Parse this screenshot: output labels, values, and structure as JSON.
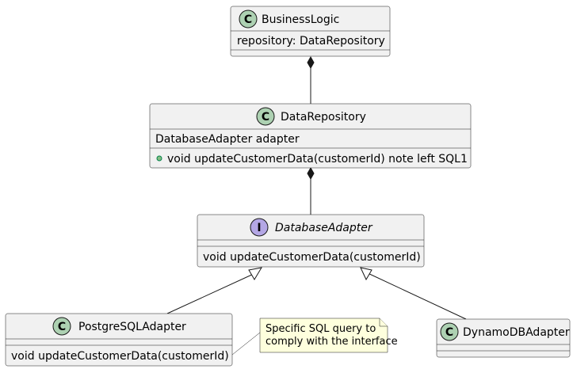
{
  "classes": {
    "business_logic": {
      "name": "BusinessLogic",
      "badge": "C",
      "fields": [
        "repository: DataRepository"
      ]
    },
    "data_repository": {
      "name": "DataRepository",
      "badge": "C",
      "fields": [
        "DatabaseAdapter adapter"
      ],
      "methods": [
        "void updateCustomerData(customerId) note left SQL1"
      ]
    },
    "database_adapter": {
      "name": "DatabaseAdapter",
      "badge": "I",
      "methods": [
        "void updateCustomerData(customerId)"
      ]
    },
    "postgresql_adapter": {
      "name": "PostgreSQLAdapter",
      "badge": "C",
      "methods": [
        "void updateCustomerData(customerId)"
      ]
    },
    "dynamodb_adapter": {
      "name": "DynamoDBAdapter",
      "badge": "C"
    }
  },
  "note": {
    "lines": [
      "Specific SQL query to",
      "comply with the interface"
    ]
  },
  "colors": {
    "class_fill": "#F1F1F1",
    "class_badge": "#ADD1B2",
    "interface_badge": "#B4A7E5",
    "note_fill": "#FEFFDD",
    "line": "#181818",
    "public_marker": "#84BE84"
  }
}
